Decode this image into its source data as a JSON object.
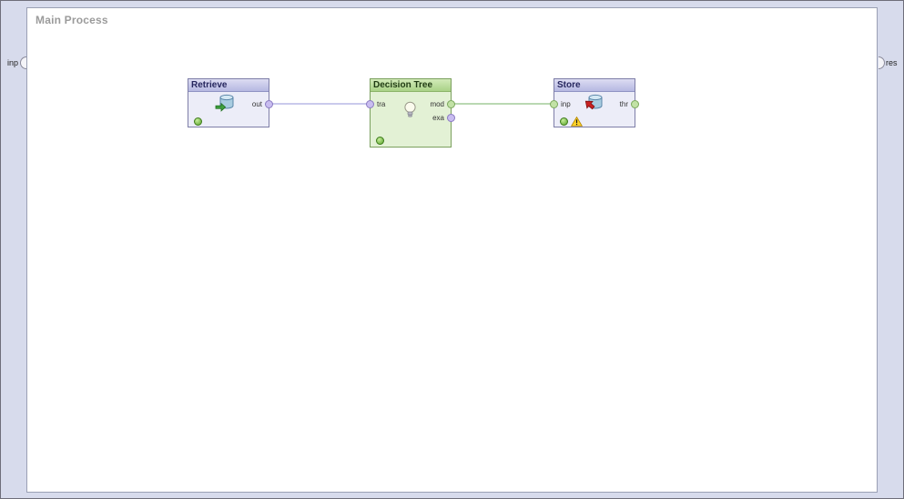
{
  "window": {
    "title": "Main Process"
  },
  "process_ports": {
    "input_label": "inp",
    "result_label": "res"
  },
  "operators": [
    {
      "name": "Retrieve",
      "icon": "database-retrieve-icon",
      "status": "ok",
      "ports_left": [],
      "ports_right": [
        {
          "label": "out"
        }
      ]
    },
    {
      "name": "Decision Tree",
      "icon": "light-bulb-icon",
      "status": "ok",
      "ports_left": [
        {
          "label": "tra"
        }
      ],
      "ports_right": [
        {
          "label": "mod"
        },
        {
          "label": "exa"
        }
      ]
    },
    {
      "name": "Store",
      "icon": "database-store-icon",
      "status": "ok-with-warning",
      "ports_left": [
        {
          "label": "inp"
        }
      ],
      "ports_right": [
        {
          "label": "thr"
        }
      ]
    }
  ],
  "connections": [
    {
      "from": "Retrieve.out",
      "to": "Decision Tree.tra",
      "color": "#9494d8"
    },
    {
      "from": "Decision Tree.mod",
      "to": "Store.inp",
      "color": "#76b266"
    }
  ],
  "colors": {
    "frame_bg": "#d7dbec",
    "canvas_bg": "#ffffff",
    "operator_body": "#ecedf8",
    "operator_title_bg": "#b6b8e2",
    "learner_body": "#e3f1d5",
    "learner_title_bg": "#a9d287",
    "port_purple": "#c9bdf0",
    "port_green": "#c2e2a6",
    "status_ok": "#5aa32c",
    "warning_yellow": "#ffd42a"
  }
}
